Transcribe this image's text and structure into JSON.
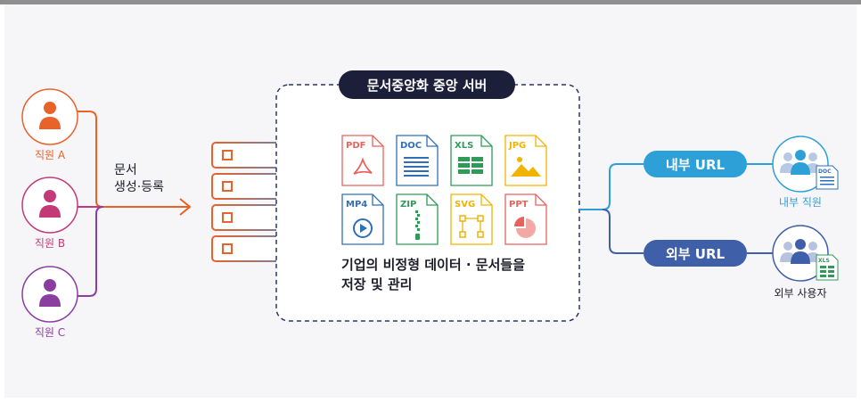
{
  "central": {
    "title": "문서중앙화 중앙 서버",
    "caption_line1": "기업의 비정형 데이터 · 문서들을",
    "caption_line2": "저장 및 관리"
  },
  "employees": [
    {
      "label": "직원 A",
      "color": "#e8622a"
    },
    {
      "label": "직원 B",
      "color": "#c23a78"
    },
    {
      "label": "직원 C",
      "color": "#8a3fa0"
    }
  ],
  "flow_label": {
    "line1": "문서",
    "line2": "생성·등록"
  },
  "file_types": [
    {
      "label": "PDF",
      "color": "#e8625c"
    },
    {
      "label": "DOC",
      "color": "#2f6fb8"
    },
    {
      "label": "XLS",
      "color": "#2e9b57"
    },
    {
      "label": "JPG",
      "color": "#f0b400"
    },
    {
      "label": "MP4",
      "color": "#2f6fb8"
    },
    {
      "label": "ZIP",
      "color": "#2e9b57"
    },
    {
      "label": "SVG",
      "color": "#f0b400"
    },
    {
      "label": "PPT",
      "color": "#e8625c"
    }
  ],
  "urls": {
    "internal": {
      "label": "내부 URL",
      "color": "#2ea0d8"
    },
    "external": {
      "label": "외부 URL",
      "color": "#3f5fa8"
    }
  },
  "users": {
    "internal_label": "내부 직원",
    "internal_badge": "DOC",
    "external_label": "외부 사용자",
    "external_badge": "XLS"
  },
  "colors": {
    "server_border": "#e8622a",
    "server_gradient_end": "#3f8fd8",
    "dashed_border": "#2c3565",
    "title_bg": "#1c1f3a"
  }
}
